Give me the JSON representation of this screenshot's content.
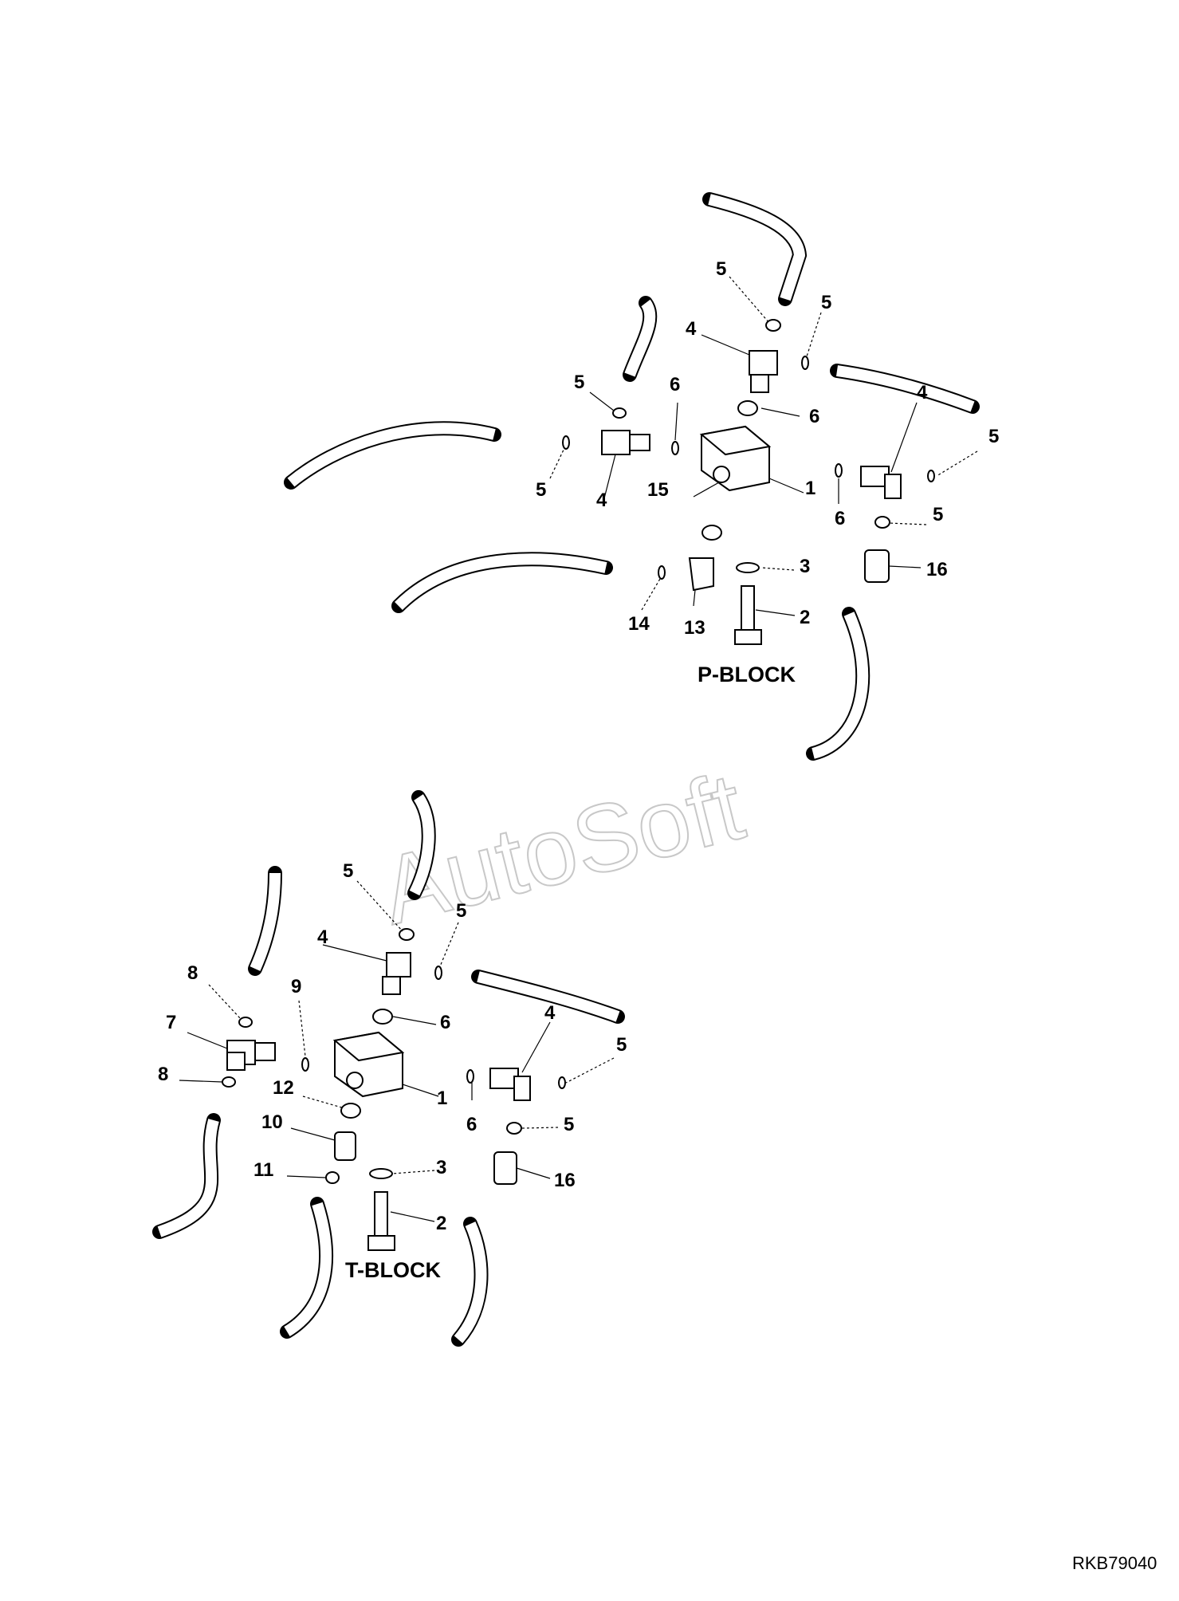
{
  "watermark": "AutoSoft",
  "drawing_code": "RKB79040",
  "blocks": [
    {
      "title": "P-BLOCK",
      "callouts": [
        "5",
        "5",
        "4",
        "5",
        "6",
        "6",
        "4",
        "5",
        "5",
        "4",
        "1",
        "15",
        "6",
        "5",
        "3",
        "16",
        "14",
        "13",
        "2"
      ]
    },
    {
      "title": "T-BLOCK",
      "callouts": [
        "5",
        "5",
        "4",
        "8",
        "9",
        "6",
        "4",
        "7",
        "5",
        "8",
        "12",
        "1",
        "10",
        "6",
        "5",
        "11",
        "3",
        "16",
        "2"
      ]
    }
  ]
}
